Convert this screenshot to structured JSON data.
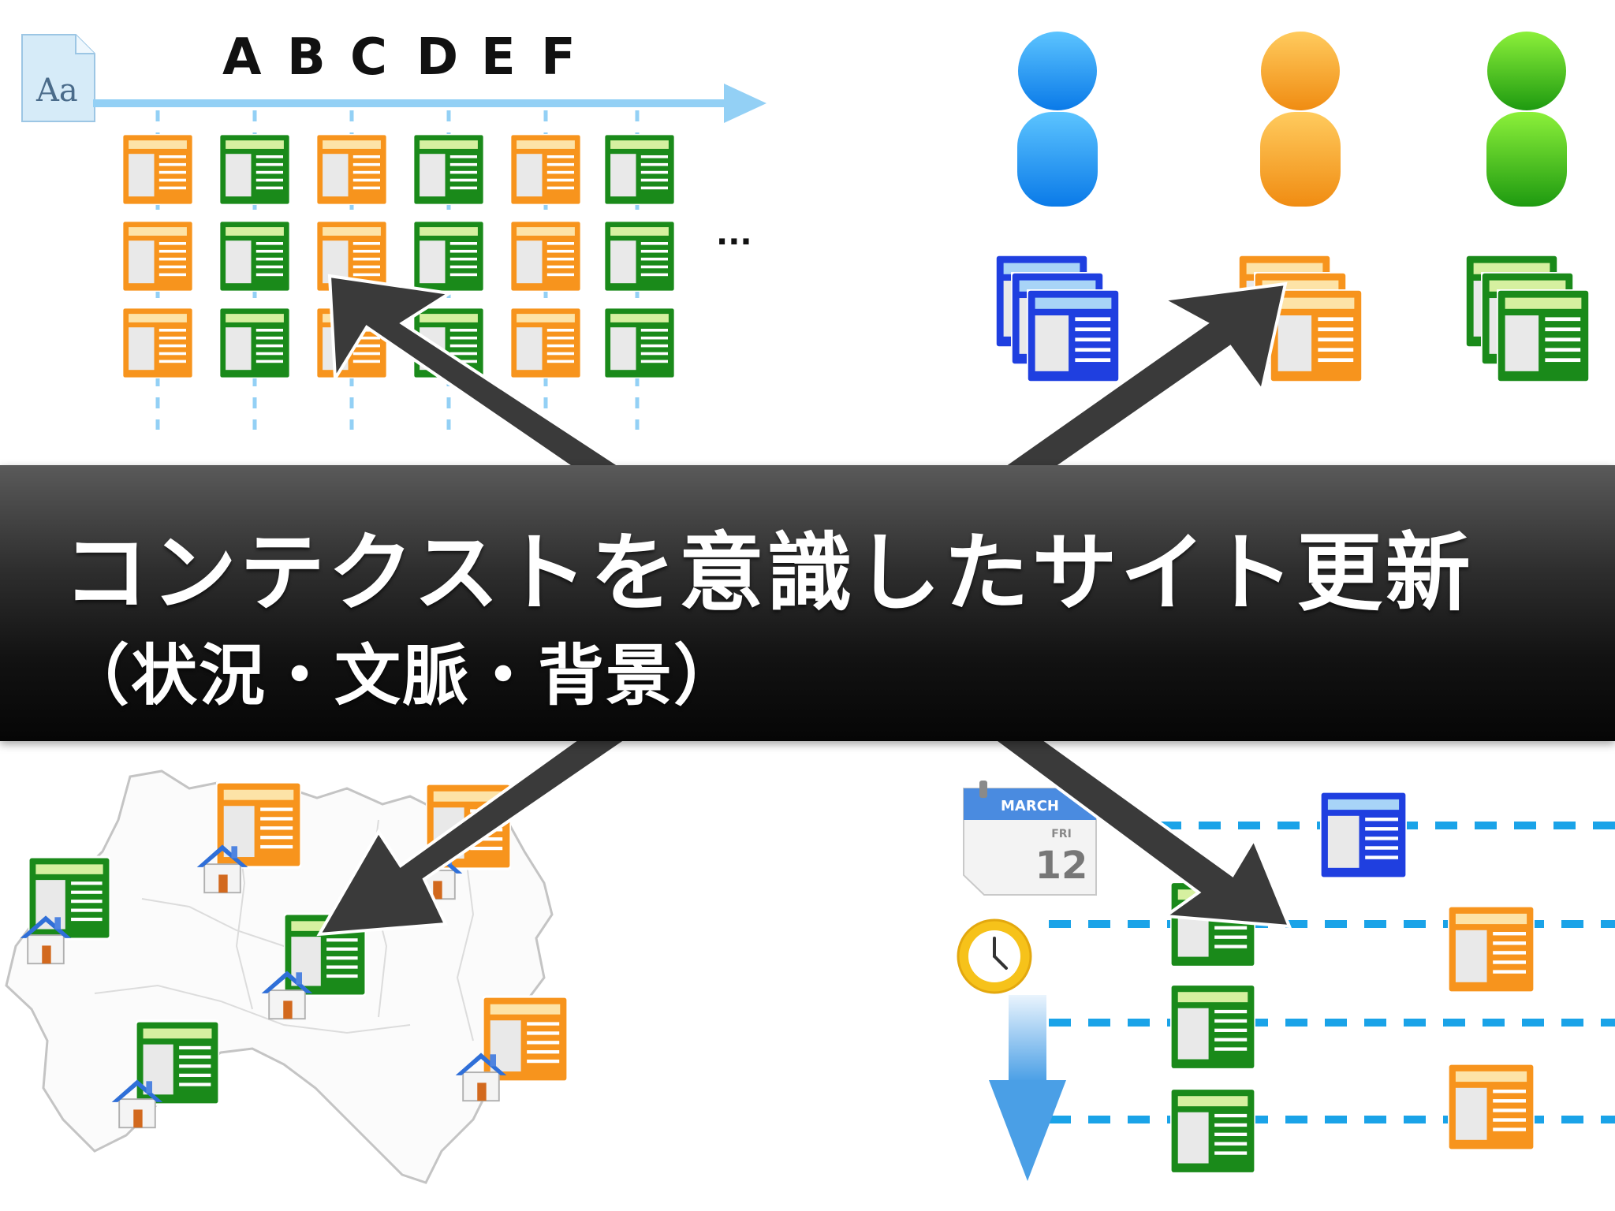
{
  "banner": {
    "title": "コンテクストを意識したサイト更新",
    "subtitle": "（状況・文脈・背景）"
  },
  "column_axis": {
    "font_icon_text": "Aa",
    "letters": [
      "A",
      "B",
      "C",
      "D",
      "E",
      "F"
    ],
    "ellipsis": "..."
  },
  "calendar": {
    "month": "MARCH",
    "weekday": "FRI",
    "day": "12"
  },
  "colors": {
    "orange_doc": "#f7941d",
    "green_doc": "#1a8a1a",
    "blue_doc": "#1f3fe0",
    "axis_arrow": "#93d0f5",
    "dashed_line": "#1aa3e8",
    "big_arrow": "#3a3a3a",
    "user_blue": "#1e90f0",
    "user_orange": "#f7a51e",
    "user_green": "#39b51a"
  },
  "icons": {
    "font_file": "font-file-icon",
    "document": "document-icon",
    "user": "user-icon",
    "house": "house-icon",
    "calendar": "calendar-icon",
    "clock": "clock-icon",
    "map": "map-icon"
  }
}
